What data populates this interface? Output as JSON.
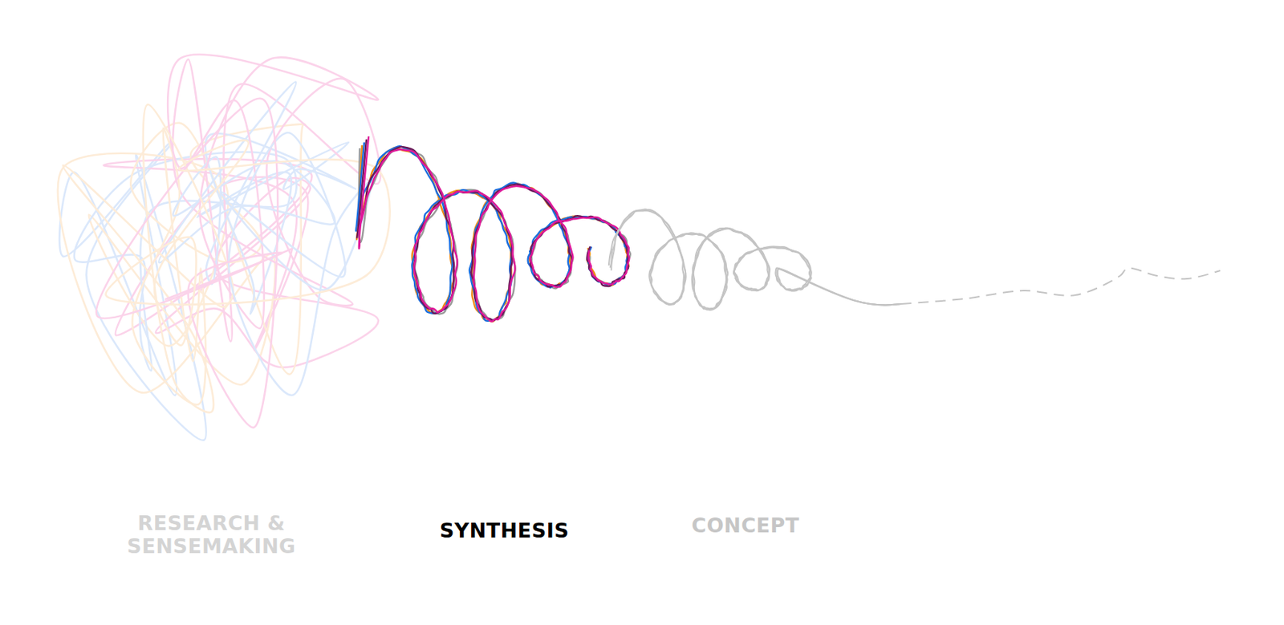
{
  "diagram": {
    "labels": [
      "RESEARCH & SENSEMAKING",
      "SYNTHESIS",
      "CONCEPT"
    ]
  }
}
